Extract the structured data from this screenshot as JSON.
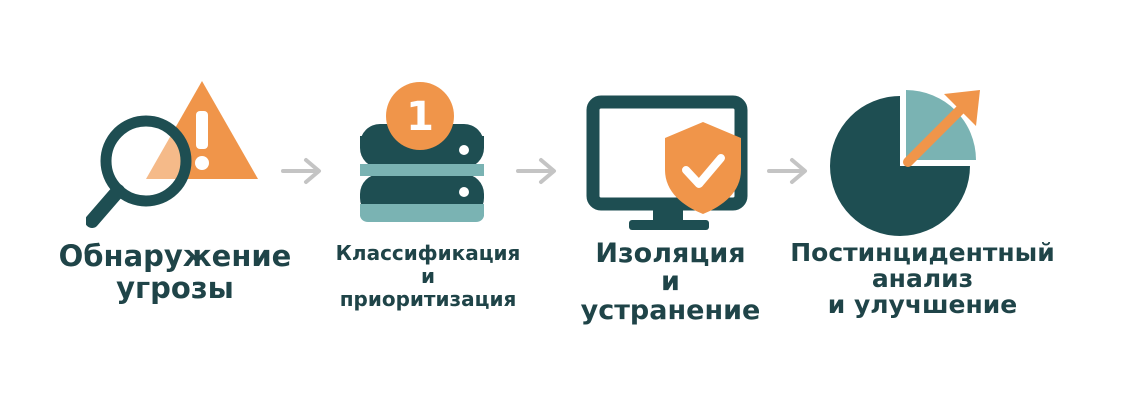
{
  "steps": [
    {
      "icon": "magnifier-warning-icon",
      "lines": [
        "Обнаружение",
        "угрозы"
      ]
    },
    {
      "icon": "database-badge-icon",
      "badge": "1",
      "lines": [
        "Классификация",
        "и",
        "приоритизация"
      ]
    },
    {
      "icon": "monitor-shield-icon",
      "lines": [
        "Изоляция",
        "и",
        "устранение"
      ]
    },
    {
      "icon": "pie-chart-growth-icon",
      "lines": [
        "Постинцидентный",
        "анализ",
        "и улучшение"
      ]
    }
  ],
  "connector_icon": "arrow-right-icon",
  "colors": {
    "orange": "#f0954a",
    "dark_teal": "#1e4e52",
    "light_teal": "#7ab3b3",
    "arrow_gray": "#c4c4c4",
    "text": "#1f4448"
  }
}
